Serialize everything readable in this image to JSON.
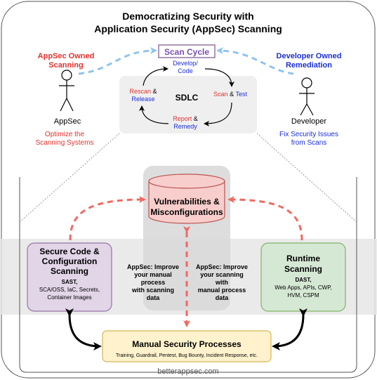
{
  "title": {
    "line1": "Democratizing Security with",
    "line2": "Application Security (AppSec) Scanning"
  },
  "appsec": {
    "owned_line1": "AppSec Owned",
    "owned_line2": "Scanning",
    "name": "AppSec",
    "goal_line1": "Optimize the",
    "goal_line2": "Scanning Systems"
  },
  "developer": {
    "owned_line1": "Developer Owned",
    "owned_line2": "Remediation",
    "name": "Developer",
    "goal_line1": "Fix Security Issues",
    "goal_line2": "from Scans"
  },
  "scan_cycle": {
    "label": "Scan Cycle"
  },
  "sdlc": {
    "center": "SDLC",
    "develop_line1": "Develop/",
    "develop_line2": "Code",
    "scan_word": "Scan",
    "amp": "&",
    "test_word": "Test",
    "report_word": "Report",
    "remedy_word": "Remedy",
    "rescan_word": "Rescan",
    "release_word": "Release"
  },
  "vulns": {
    "line1": "Vulnerabilities &",
    "line2": "Misconfigurations"
  },
  "secure_code": {
    "title_line1": "Secure Code &",
    "title_line2": "Configuration",
    "title_line3": "Scanning",
    "sast": "SAST,",
    "detail_line1": "SCA/OSS, IaC, Secrets,",
    "detail_line2": "Container Images"
  },
  "runtime": {
    "title_line1": "Runtime",
    "title_line2": "Scanning",
    "dast": "DAST,",
    "detail_line1": "Web Apps, APIs, CWP,",
    "detail_line2": "HVM, CSPM"
  },
  "improve_left": {
    "line1": "AppSec: Improve",
    "line2": "your manual",
    "line3": "process",
    "line4": "with scanning",
    "line5": "data"
  },
  "improve_right": {
    "line1": "AppSec: Improve",
    "line2": "your scanning",
    "line3": "with",
    "line4": "manual process",
    "line5": "data"
  },
  "manual": {
    "title": "Manual Security Processes",
    "detail": "Training, Guardrail, Pentest, Bug Bounty, Incident Response, etc."
  },
  "footer": {
    "site": "betterappsec.com"
  },
  "colors": {
    "red": "#e0332e",
    "blue": "#1a2fd6",
    "dashed_blue": "#8ec4f0",
    "dashed_red": "#f06a62",
    "purple_fill": "#e1d5e7",
    "purple_stroke": "#9673a6",
    "green_fill": "#d5e8d4",
    "green_stroke": "#82b366",
    "yellow_fill": "#fff2cc",
    "yellow_stroke": "#d6b656",
    "pink_fill": "#f8cecc",
    "pink_stroke": "#b85450",
    "grey_band": "#e8e8e8"
  }
}
